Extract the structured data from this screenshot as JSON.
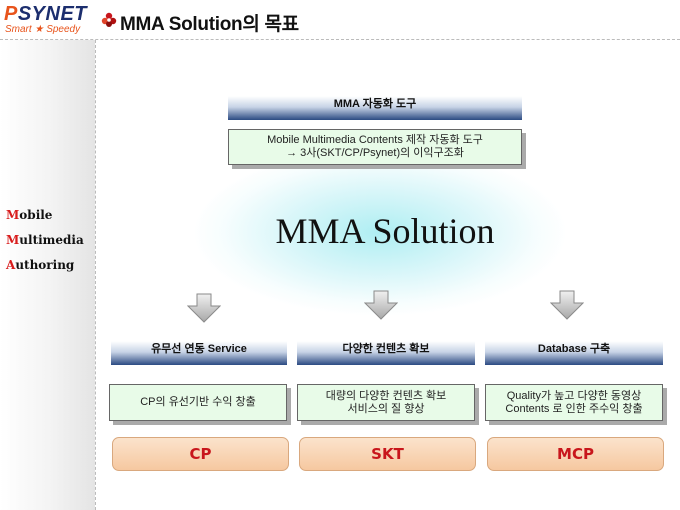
{
  "header": {
    "logo": {
      "brand_first": "P",
      "brand_rest": "SYNET",
      "tagline": "Smart ★ Speedy"
    },
    "title": "MMA Solution의 목표"
  },
  "sidebar": {
    "words": [
      {
        "first": "M",
        "rest": "obile"
      },
      {
        "first": "M",
        "rest": "ultimedia"
      },
      {
        "first": "A",
        "rest": "uthoring"
      }
    ]
  },
  "diagram": {
    "top_band": "MMA 자동화 도구",
    "top_box": {
      "line1": "Mobile Multimedia Contents 제작 자동화 도구",
      "line2": "→ 3사(SKT/CP/Psynet)의 이익구조화"
    },
    "center_label": "MMA Solution",
    "columns": [
      {
        "band": "유무선 연동 Service",
        "box_line1": "CP의 유선기반 수익 창출",
        "box_line2": "",
        "pill": "CP"
      },
      {
        "band": "다양한 컨텐츠 확보",
        "box_line1": "대량의 다양한 컨텐츠 확보",
        "box_line2": "서비스의 질 향상",
        "pill": "SKT"
      },
      {
        "band": "Database 구축",
        "box_line1": "Quality가 높고 다양한 동영상",
        "box_line2": "Contents 로 인한 주수익 창출",
        "pill": "MCP"
      }
    ]
  },
  "colors": {
    "accent_red": "#d81c1c",
    "navy": "#2b4a82",
    "pill_text": "#c8161c",
    "box_fill": "#e8fbe8"
  }
}
